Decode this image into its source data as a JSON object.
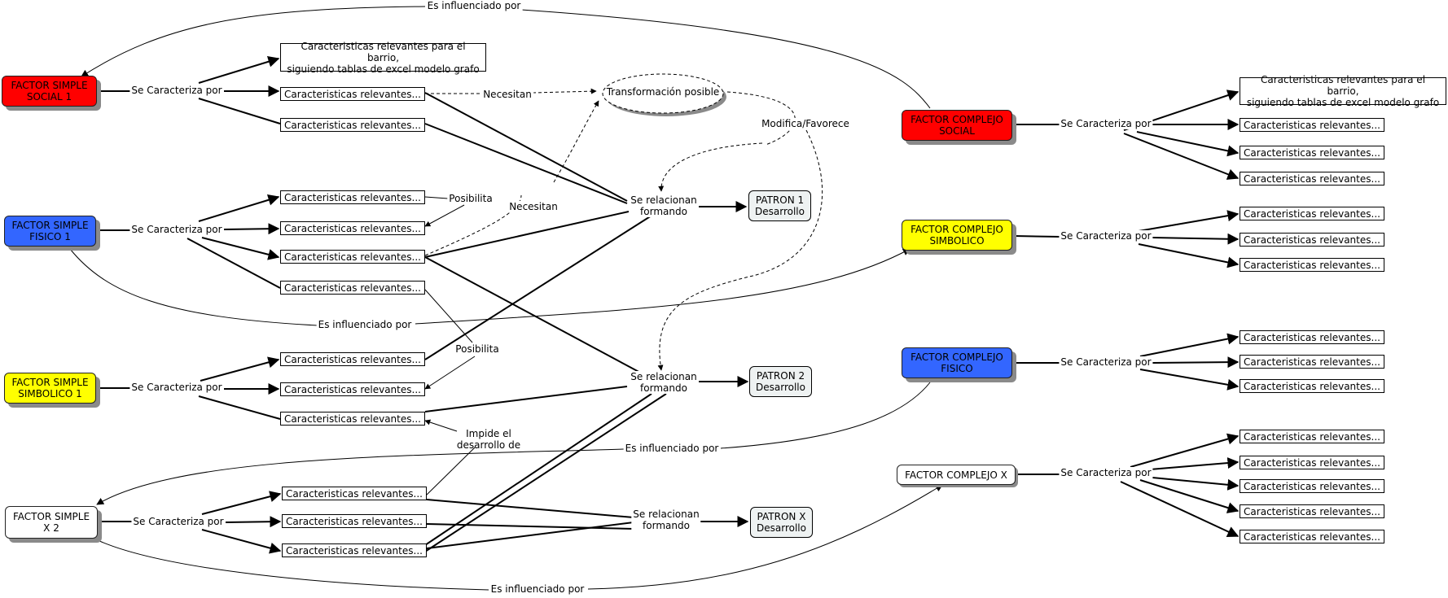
{
  "factors": {
    "simple_social_1": "FACTOR SIMPLE\nSOCIAL 1",
    "simple_fisico_1": "FACTOR SIMPLE\nFISICO 1",
    "simple_simbolico_1": "FACTOR SIMPLE\nSIMBOLICO 1",
    "simple_x2": "FACTOR SIMPLE\nX 2",
    "complejo_social": "FACTOR COMPLEJO\nSOCIAL",
    "complejo_simbolico": "FACTOR COMPLEJO\nSIMBOLICO",
    "complejo_fisico": "FACTOR COMPLEJO\nFISICO",
    "complejo_x": "FACTOR COMPLEJO X"
  },
  "boxes": {
    "relevantes_long": "Caracteristicas relevantes para el barrio,\nsiguiendo tablas de excel modelo grafo",
    "relevantes": "Caracteristicas relevantes..."
  },
  "patrones": {
    "p1": "PATRON 1\nDesarrollo",
    "p2": "PATRON 2\nDesarrollo",
    "px": "PATRON X\nDesarrollo"
  },
  "labels": {
    "se_caracteriza": "Se Caracteriza por",
    "se_relacionan": "Se relacionan\nformando",
    "es_influenciado": "Es influenciado por",
    "necesitan": "Necesitan",
    "posibilita": "Posibilita",
    "impide": "Impide el\ndesarrollo de",
    "modifica": "Modifica/Favorece",
    "transformacion": "Transformación posible"
  },
  "colors": {
    "red": "#ff0000",
    "blue": "#3366ff",
    "yellow": "#ffff00",
    "white": "#ffffff"
  }
}
